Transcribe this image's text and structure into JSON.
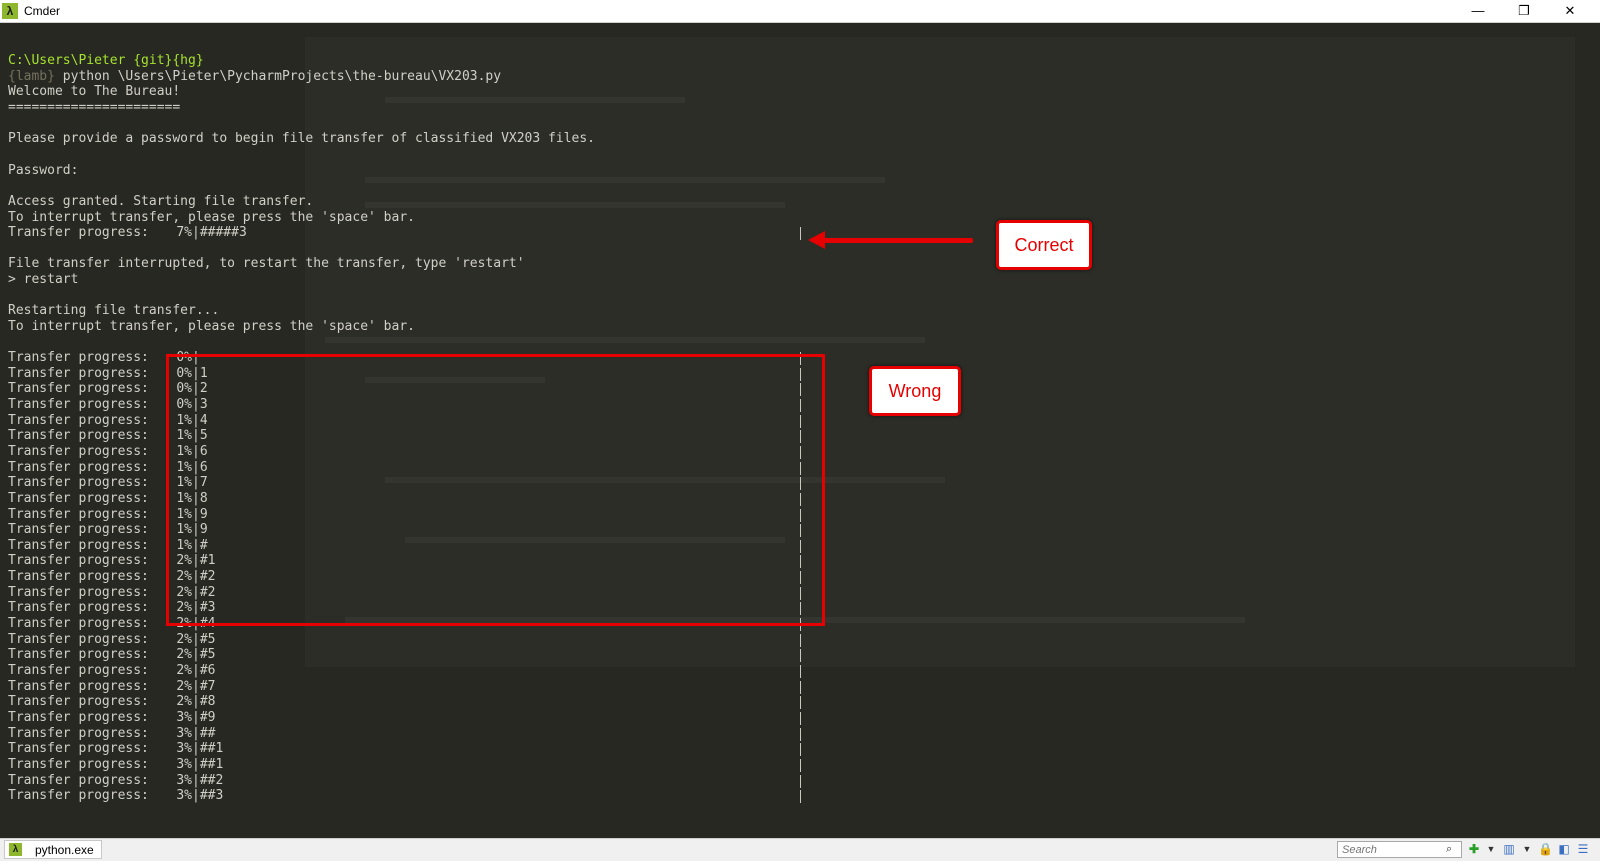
{
  "window": {
    "title": "Cmder",
    "app_icon": "λ",
    "controls": {
      "minimize": "—",
      "maximize": "❐",
      "close": "✕"
    }
  },
  "terminal": {
    "cwd_line": "C:\\Users\\Pieter {git}{hg}",
    "prompt_prefix": "{lamb}",
    "command": " python \\Users\\Pieter\\PycharmProjects\\the-bureau\\VX203.py",
    "welcome": "Welcome to The Bureau!",
    "separator": "======================",
    "request": "Please provide a password to begin file transfer of classified VX203 files.",
    "password": "Password:",
    "access": "Access granted. Starting file transfer.",
    "interrupt_hint": "To interrupt transfer, please press the 'space' bar.",
    "progress_label": "Transfer progress:",
    "first_progress": {
      "pct": "7%",
      "bar": "|#####3"
    },
    "interrupted": "File transfer interrupted, to restart the transfer, type 'restart'",
    "restart_input": "> restart",
    "restarting": "Restarting file transfer...",
    "interrupt_hint_2": "To interrupt transfer, please press the 'space' bar.",
    "progress_rows": [
      {
        "pct": "0%",
        "bar": "|"
      },
      {
        "pct": "0%",
        "bar": "|1"
      },
      {
        "pct": "0%",
        "bar": "|2"
      },
      {
        "pct": "0%",
        "bar": "|3"
      },
      {
        "pct": "1%",
        "bar": "|4"
      },
      {
        "pct": "1%",
        "bar": "|5"
      },
      {
        "pct": "1%",
        "bar": "|6"
      },
      {
        "pct": "1%",
        "bar": "|6"
      },
      {
        "pct": "1%",
        "bar": "|7"
      },
      {
        "pct": "1%",
        "bar": "|8"
      },
      {
        "pct": "1%",
        "bar": "|9"
      },
      {
        "pct": "1%",
        "bar": "|9"
      },
      {
        "pct": "1%",
        "bar": "|#"
      },
      {
        "pct": "2%",
        "bar": "|#1"
      },
      {
        "pct": "2%",
        "bar": "|#2"
      },
      {
        "pct": "2%",
        "bar": "|#2"
      },
      {
        "pct": "2%",
        "bar": "|#3"
      },
      {
        "pct": "2%",
        "bar": "|#4"
      },
      {
        "pct": "2%",
        "bar": "|#5"
      },
      {
        "pct": "2%",
        "bar": "|#5"
      },
      {
        "pct": "2%",
        "bar": "|#6"
      },
      {
        "pct": "2%",
        "bar": "|#7"
      },
      {
        "pct": "2%",
        "bar": "|#8"
      },
      {
        "pct": "3%",
        "bar": "|#9"
      },
      {
        "pct": "3%",
        "bar": "|##"
      },
      {
        "pct": "3%",
        "bar": "|##1"
      },
      {
        "pct": "3%",
        "bar": "|##1"
      },
      {
        "pct": "3%",
        "bar": "|##2"
      },
      {
        "pct": "3%",
        "bar": "|##3"
      }
    ]
  },
  "annotations": {
    "correct": "Correct",
    "wrong": "Wrong",
    "color": "#e60000"
  },
  "statusbar": {
    "tab_label": "python.exe",
    "search_placeholder": "Search",
    "icons": [
      "search-icon",
      "add-console-icon",
      "dropdown-icon",
      "layout-icon",
      "dropdown-icon",
      "lock-icon",
      "split-view-icon",
      "menu-icon"
    ]
  },
  "colors": {
    "terminal_bg": "#272822",
    "terminal_fg": "#d0d0c8",
    "cwd_green": "#a6e22e",
    "prompt_grey": "#75715e"
  }
}
